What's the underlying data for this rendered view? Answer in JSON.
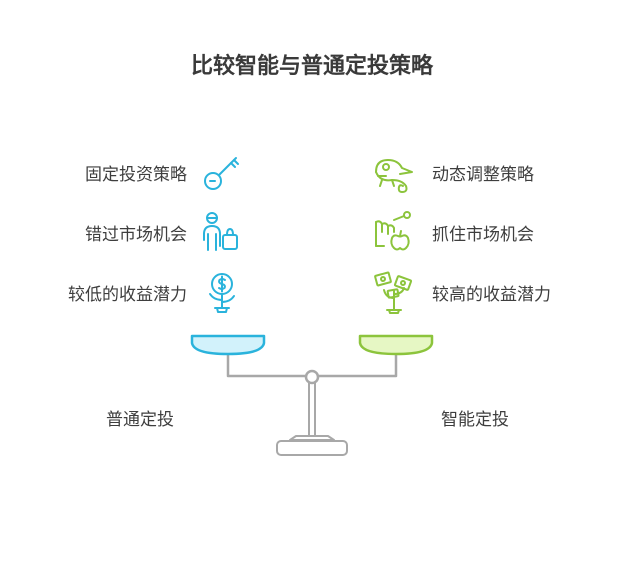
{
  "title": "比较智能与普通定投策略",
  "left": {
    "items": [
      "固定投资策略",
      "错过市场机会",
      "较低的收益潜力"
    ],
    "base_label": "普通定投",
    "color": "#2ab3dc",
    "pan_fill": "#d2f2fb"
  },
  "right": {
    "items": [
      "动态调整策略",
      "抓住市场机会",
      "较高的收益潜力"
    ],
    "base_label": "智能定投",
    "color": "#8cc43c",
    "pan_fill": "#e6f7c4"
  },
  "icons": {
    "left": [
      "key-icon",
      "shopper-icon",
      "money-plant-icon"
    ],
    "right": [
      "chameleon-icon",
      "apple-hand-icon",
      "money-growth-icon"
    ]
  }
}
